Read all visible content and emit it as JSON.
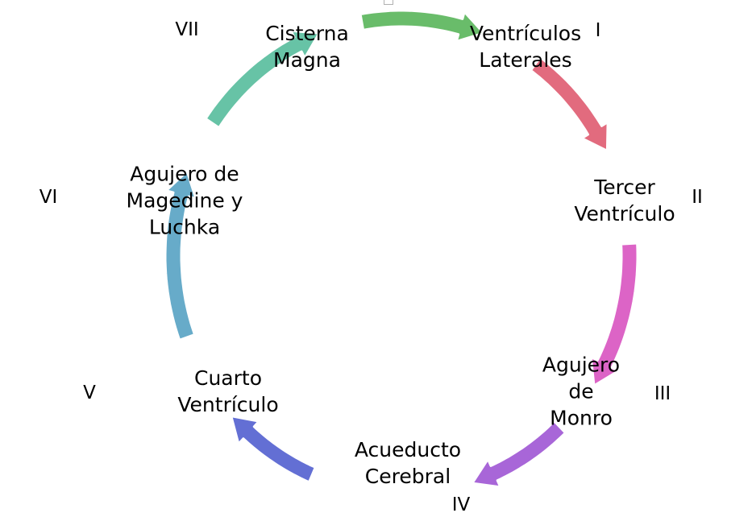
{
  "nodes": [
    {
      "id": "ventriculos-laterales",
      "lines": [
        "Ventrículos",
        "Laterales"
      ],
      "numeral": "I"
    },
    {
      "id": "tercer-ventriculo",
      "lines": [
        "Tercer",
        "Ventrículo"
      ],
      "numeral": "II"
    },
    {
      "id": "agujero-de-monro",
      "lines": [
        "Agujero",
        "de",
        "Monro"
      ],
      "numeral": "III"
    },
    {
      "id": "acueducto-cerebral",
      "lines": [
        "Acueducto",
        "Cerebral"
      ],
      "numeral": "IV"
    },
    {
      "id": "cuarto-ventriculo",
      "lines": [
        "Cuarto",
        "Ventrículo"
      ],
      "numeral": "V"
    },
    {
      "id": "agujero-de-magedine-y-luchka",
      "lines": [
        "Agujero de",
        "Magedine y",
        "Luchka"
      ],
      "numeral": "VI"
    },
    {
      "id": "cisterna-magna",
      "lines": [
        "Cisterna",
        "Magna"
      ],
      "numeral": "VII"
    }
  ],
  "arrow_colors": [
    "#69bc6a",
    "#e26b7e",
    "#dc64c6",
    "#a866d8",
    "#636fd4",
    "#67abc9",
    "#67c3a6"
  ]
}
